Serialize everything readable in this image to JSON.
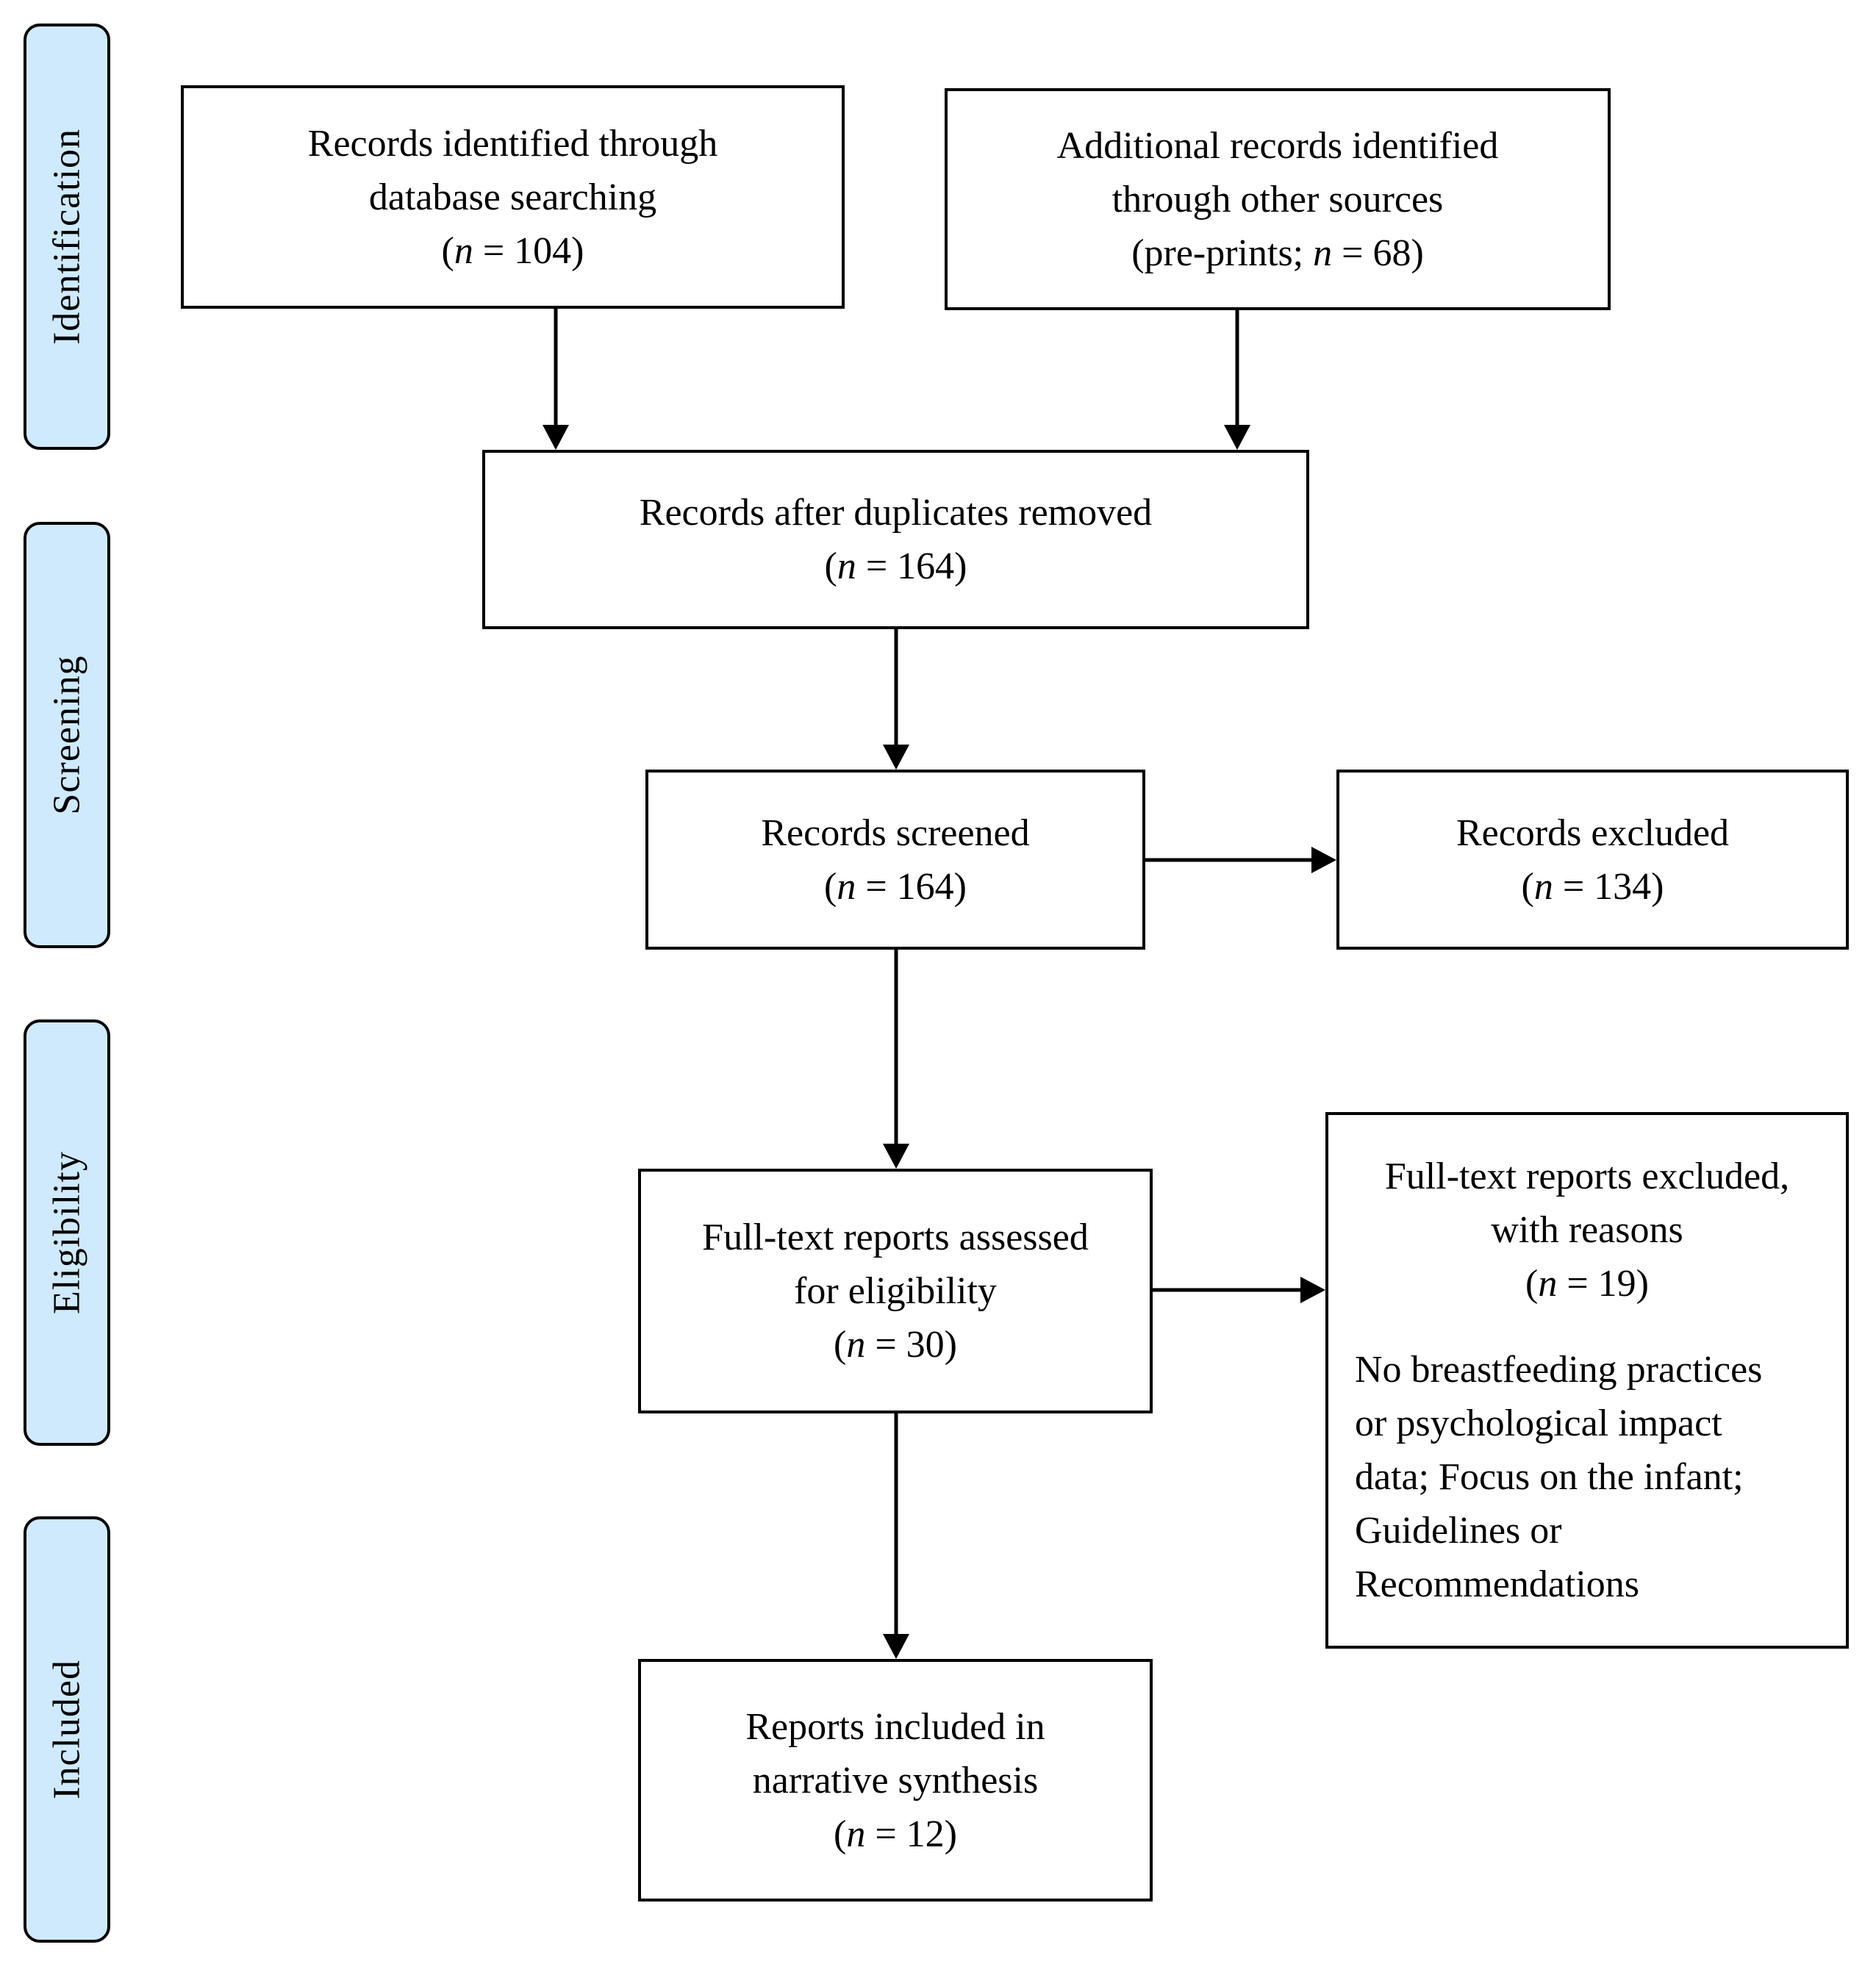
{
  "phases": [
    {
      "label": "Identification"
    },
    {
      "label": "Screening"
    },
    {
      "label": "Eligibility"
    },
    {
      "label": "Included"
    }
  ],
  "nodes": {
    "database": {
      "lines": [
        "Records identified through",
        "database searching"
      ],
      "count_prefix": "(",
      "count_var": "n",
      "count_suffix": " = 104)"
    },
    "other_sources": {
      "lines": [
        "Additional records identified",
        "through other sources"
      ],
      "count_prefix": "(pre-prints; ",
      "count_var": "n",
      "count_suffix": " = 68)"
    },
    "deduplicated": {
      "lines": [
        "Records after duplicates removed"
      ],
      "count_prefix": "(",
      "count_var": "n",
      "count_suffix": " = 164)"
    },
    "screened": {
      "lines": [
        "Records screened"
      ],
      "count_prefix": "(",
      "count_var": "n",
      "count_suffix": " = 164)"
    },
    "excluded": {
      "lines": [
        "Records excluded"
      ],
      "count_prefix": "(",
      "count_var": "n",
      "count_suffix": " = 134)"
    },
    "fulltext": {
      "lines": [
        "Full-text reports assessed",
        "for eligibility"
      ],
      "count_prefix": "(",
      "count_var": "n",
      "count_suffix": " = 30)"
    },
    "fulltext_excluded": {
      "lines": [
        "Full-text reports excluded,",
        "with reasons"
      ],
      "count_prefix": "(",
      "count_var": "n",
      "count_suffix": " = 19)",
      "reasons": [
        "No breastfeeding practices",
        "or psychological impact",
        "data; Focus on the infant;",
        "Guidelines or",
        "Recommendations"
      ]
    },
    "included": {
      "lines": [
        "Reports included in",
        "narrative synthesis"
      ],
      "count_prefix": "(",
      "count_var": "n",
      "count_suffix": " = 12)"
    }
  },
  "colors": {
    "phase_fill": "#cfeafc",
    "stroke": "#000000"
  }
}
